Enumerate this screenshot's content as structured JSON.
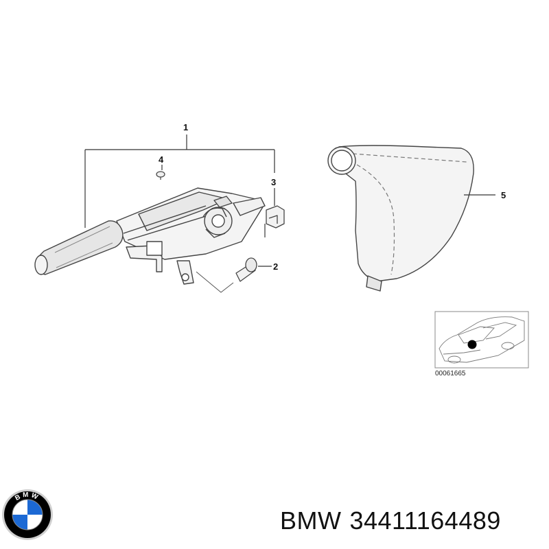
{
  "callouts": {
    "c1": "1",
    "c2": "2",
    "c3": "3",
    "c4": "4",
    "c5": "5"
  },
  "inset": {
    "ref_number": "00061665"
  },
  "logo": {
    "lettering": "BMW",
    "colors": {
      "ring": "#000000",
      "blue": "#1c69d4",
      "white": "#ffffff",
      "rim": "#cfcfcf"
    }
  },
  "caption": {
    "brand": "BMW",
    "part_number": "34411164489"
  },
  "colors": {
    "line": "#444444",
    "fill": "#f2f2f2",
    "shade": "#d9d9d9",
    "dot": "#000000"
  }
}
